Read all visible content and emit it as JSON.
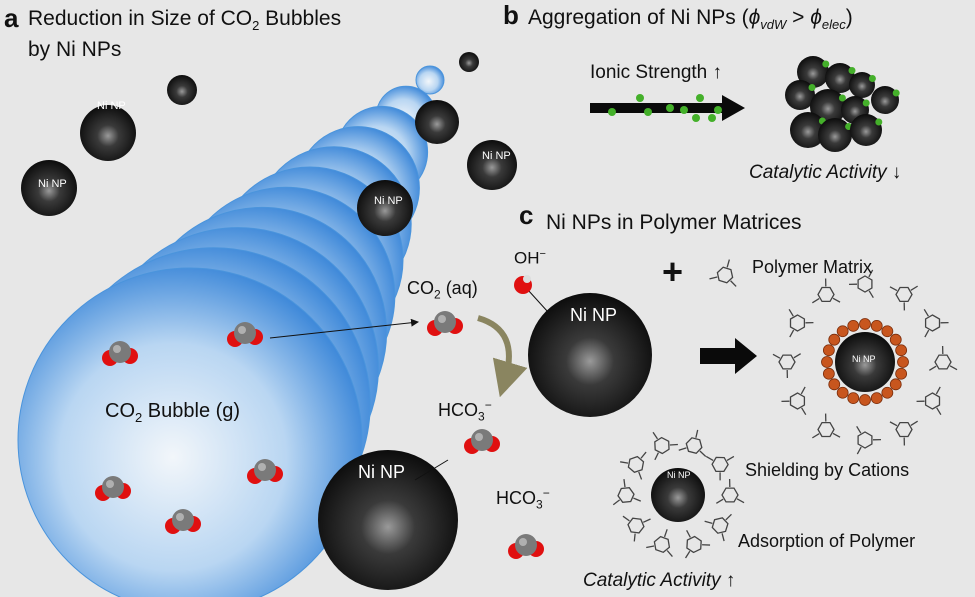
{
  "panel_a": {
    "letter": "a",
    "title_line1": "Reduction in Size of CO",
    "title_sub": "2",
    "title_line1_end": " Bubbles",
    "title_line2": "by Ni NPs",
    "bubble_label": "CO",
    "bubble_label_sub": "2",
    "bubble_label_end": " Bubble (g)",
    "co2_aq": "CO",
    "co2_aq_sub": "2",
    "co2_aq_end": " (aq)",
    "hco3_1": "HCO",
    "hco3_1_sub": "3",
    "hco3_1_sup": "−",
    "hco3_2": "HCO",
    "hco3_2_sub": "3",
    "hco3_2_sup": "−",
    "oh": "OH",
    "oh_sup": "−",
    "np_label": "Ni NP",
    "np_large_label": "Ni NP"
  },
  "panel_b": {
    "letter": "b",
    "title": "Aggregation of Ni NPs (",
    "phi1": "ϕ",
    "phi1_sub": "vdW",
    "gt": " > ",
    "phi2": "ϕ",
    "phi2_sub": "elec",
    "close": ")",
    "ionic": "Ionic Strength ↑",
    "activity": "Catalytic Activity ↓"
  },
  "panel_c": {
    "letter": "c",
    "title": "Ni NPs in Polymer Matrices",
    "plus": "+",
    "polymer_matrix": "Polymer Matrix",
    "shielding": "Shielding by Cations",
    "adsorption": "Adsorption of Polymer",
    "activity": "Catalytic Activity ↑",
    "np_label": "Ni NP"
  },
  "colors": {
    "bubble": "#3a8ee0",
    "np": "#1a1a1a",
    "oxygen": "#e01010",
    "carbon": "#7a7a7a",
    "ion": "#44b02a",
    "cation": "#c8561e",
    "curve_arrow": "#8a8560"
  }
}
